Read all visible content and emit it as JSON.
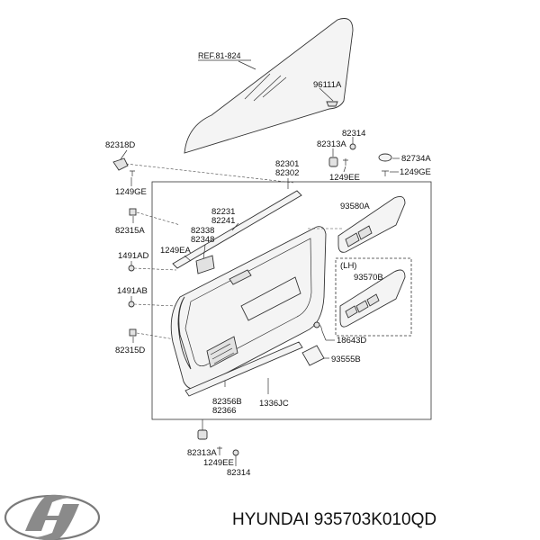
{
  "labels": {
    "ref": "REF.81-824",
    "p96111a": "96111A",
    "p82314_top": "82314",
    "p82313a_top": "82313A",
    "p1249ee_top": "1249EE",
    "p82734a": "82734A",
    "p1249ge_right": "1249GE",
    "p82318d": "82318D",
    "p1249ge_left": "1249GE",
    "p82301": "82301",
    "p82302": "82302",
    "p82231": "82231",
    "p82241": "82241",
    "p82338": "82338",
    "p82348": "82348",
    "p1249ea": "1249EA",
    "p82315a": "82315A",
    "p1491ad": "1491AD",
    "p1491ab": "1491AB",
    "p82315d": "82315D",
    "p93580a": "93580A",
    "lh": "(LH)",
    "p93570b": "93570B",
    "p18643d": "18643D",
    "p93555b": "93555B",
    "p82356b": "82356B",
    "p82366": "82366",
    "p1336jc": "1336JC",
    "p82313a_bottom": "82313A",
    "p1249ee_bottom": "1249EE",
    "p82314_bottom": "82314"
  },
  "caption": "HYUNDAI 935703K010QD",
  "logo": {
    "icon": "hyundai-logo-icon"
  }
}
